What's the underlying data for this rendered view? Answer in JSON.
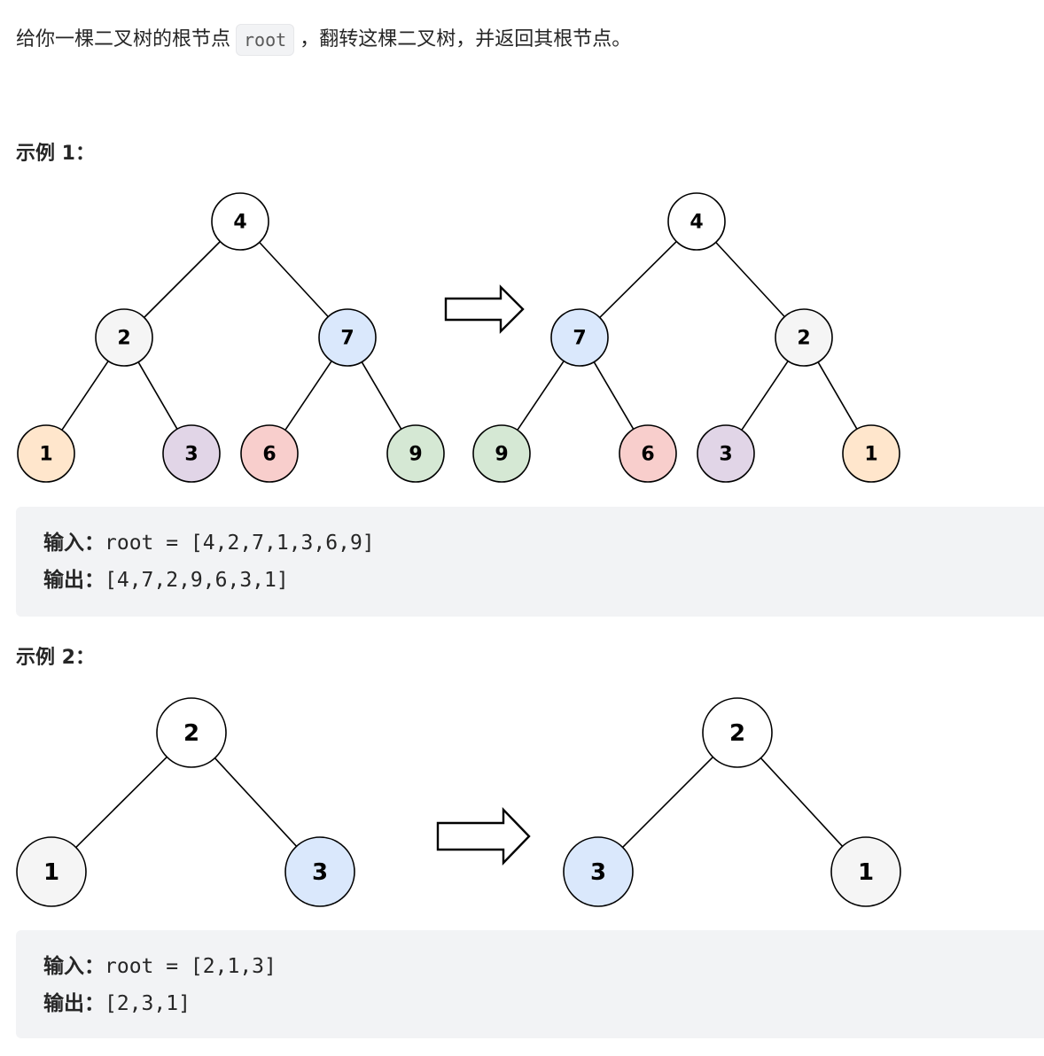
{
  "intro": {
    "before": "给你一棵二叉树的根节点",
    "code": "root",
    "after": "，翻转这棵二叉树，并返回其根节点。"
  },
  "example1": {
    "title": "示例 1：",
    "input_label": "输入：",
    "input_value": "root = [4,2,7,1,3,6,9]",
    "output_label": "输出：",
    "output_value": "[4,7,2,9,6,3,1]",
    "before_tree": [
      {
        "value": "4",
        "color": "#ffffff"
      },
      {
        "value": "2",
        "color": "#f5f5f5"
      },
      {
        "value": "7",
        "color": "#dae8fc"
      },
      {
        "value": "1",
        "color": "#ffe6cc"
      },
      {
        "value": "3",
        "color": "#e1d5e7"
      },
      {
        "value": "6",
        "color": "#f8cecc"
      },
      {
        "value": "9",
        "color": "#d5e8d4"
      }
    ],
    "after_tree": [
      {
        "value": "4",
        "color": "#ffffff"
      },
      {
        "value": "7",
        "color": "#dae8fc"
      },
      {
        "value": "2",
        "color": "#f5f5f5"
      },
      {
        "value": "9",
        "color": "#d5e8d4"
      },
      {
        "value": "6",
        "color": "#f8cecc"
      },
      {
        "value": "3",
        "color": "#e1d5e7"
      },
      {
        "value": "1",
        "color": "#ffe6cc"
      }
    ]
  },
  "example2": {
    "title": "示例 2：",
    "input_label": "输入：",
    "input_value": "root = [2,1,3]",
    "output_label": "输出：",
    "output_value": "[2,3,1]",
    "before_tree": [
      {
        "value": "2",
        "color": "#ffffff"
      },
      {
        "value": "1",
        "color": "#f5f5f5"
      },
      {
        "value": "3",
        "color": "#dae8fc"
      }
    ],
    "after_tree": [
      {
        "value": "2",
        "color": "#ffffff"
      },
      {
        "value": "3",
        "color": "#dae8fc"
      },
      {
        "value": "1",
        "color": "#f5f5f5"
      }
    ]
  }
}
